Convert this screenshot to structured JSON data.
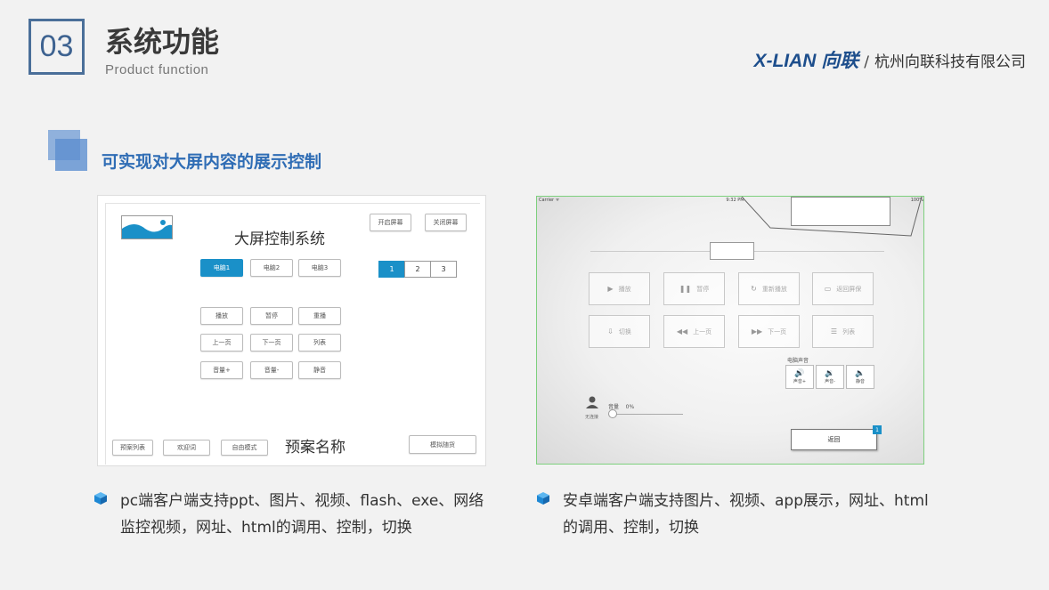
{
  "header": {
    "number": "03",
    "title": "系统功能",
    "subtitle": "Product function",
    "brand_logo": "X-LIAN 向联",
    "brand_separator": "/",
    "company": "杭州向联科技有限公司"
  },
  "section": {
    "title": "可实现对大屏内容的展示控制"
  },
  "pc_screen": {
    "title": "大屏控制系统",
    "open_screen": "开启屏幕",
    "close_screen": "关闭屏幕",
    "computers": [
      "电脑1",
      "电脑2",
      "电脑3"
    ],
    "pages": [
      "1",
      "2",
      "3"
    ],
    "controls": [
      "播放",
      "暂停",
      "重播",
      "上一页",
      "下一页",
      "列表",
      "音量+",
      "音量-",
      "静音"
    ],
    "bottom_buttons": [
      "预案列表",
      "欢迎词",
      "自由模式"
    ],
    "plan_name": "预案名称",
    "simulate": "模拟随货",
    "colors": {
      "accent": "#1a90c8"
    }
  },
  "android_screen": {
    "status_left": "Carrier ᯤ",
    "status_time": "9:32 PM",
    "status_battery": "100%",
    "buttons_row1": [
      "播放",
      "暂停",
      "重新播放",
      "返回屏保"
    ],
    "buttons_row2": [
      "切换",
      "上一页",
      "下一页",
      "列表"
    ],
    "computer_sound": "电脑声音",
    "sound_buttons": [
      "声音+",
      "声音-",
      "静音"
    ],
    "volume_label": "音量",
    "volume_value": "0%",
    "no_connection": "无连接",
    "back": "返回",
    "badge": "1"
  },
  "bullets": [
    {
      "text": "pc端客户端支持ppt、图片、视频、flash、exe、网络监控视频，网址、html的调用、控制，切换"
    },
    {
      "text": "安卓端客户端支持图片、视频、app展示，网址、html的调用、控制，切换"
    }
  ],
  "icons": [
    "cube-icon",
    "image-icon",
    "play-icon",
    "pause-icon",
    "refresh-icon",
    "screen-icon",
    "switch-icon",
    "prev-icon",
    "next-icon",
    "list-icon",
    "volume-up-icon",
    "volume-down-icon",
    "mute-icon",
    "user-icon"
  ]
}
